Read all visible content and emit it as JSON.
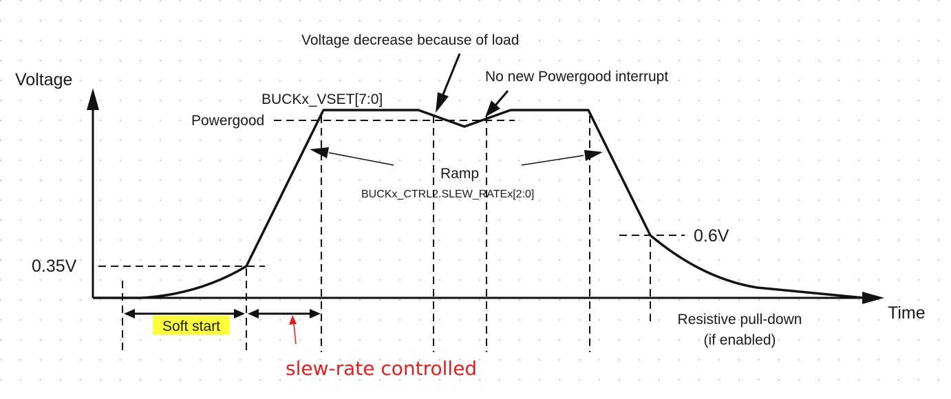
{
  "axes": {
    "y_label": "Voltage",
    "x_label": "Time"
  },
  "levels": {
    "v035": "0.35V",
    "v06": "0.6V",
    "vset": "BUCKx_VSET[7:0]",
    "powergood": "Powergood"
  },
  "annotations": {
    "load_drop": "Voltage decrease because of load",
    "no_interrupt": "No new Powergood interrupt",
    "ramp": "Ramp",
    "ramp_reg": "BUCKx_CTRL2.SLEW_RATEx[2:0]",
    "soft_start": "Soft start",
    "slew_controlled": "slew-rate controlled",
    "pulldown_1": "Resistive pull-down",
    "pulldown_2": "(if enabled)"
  },
  "colors": {
    "line": "#111111",
    "grid": "#a0a0a0",
    "highlight": "#ffff3c",
    "accent_red": "#e0201e"
  }
}
